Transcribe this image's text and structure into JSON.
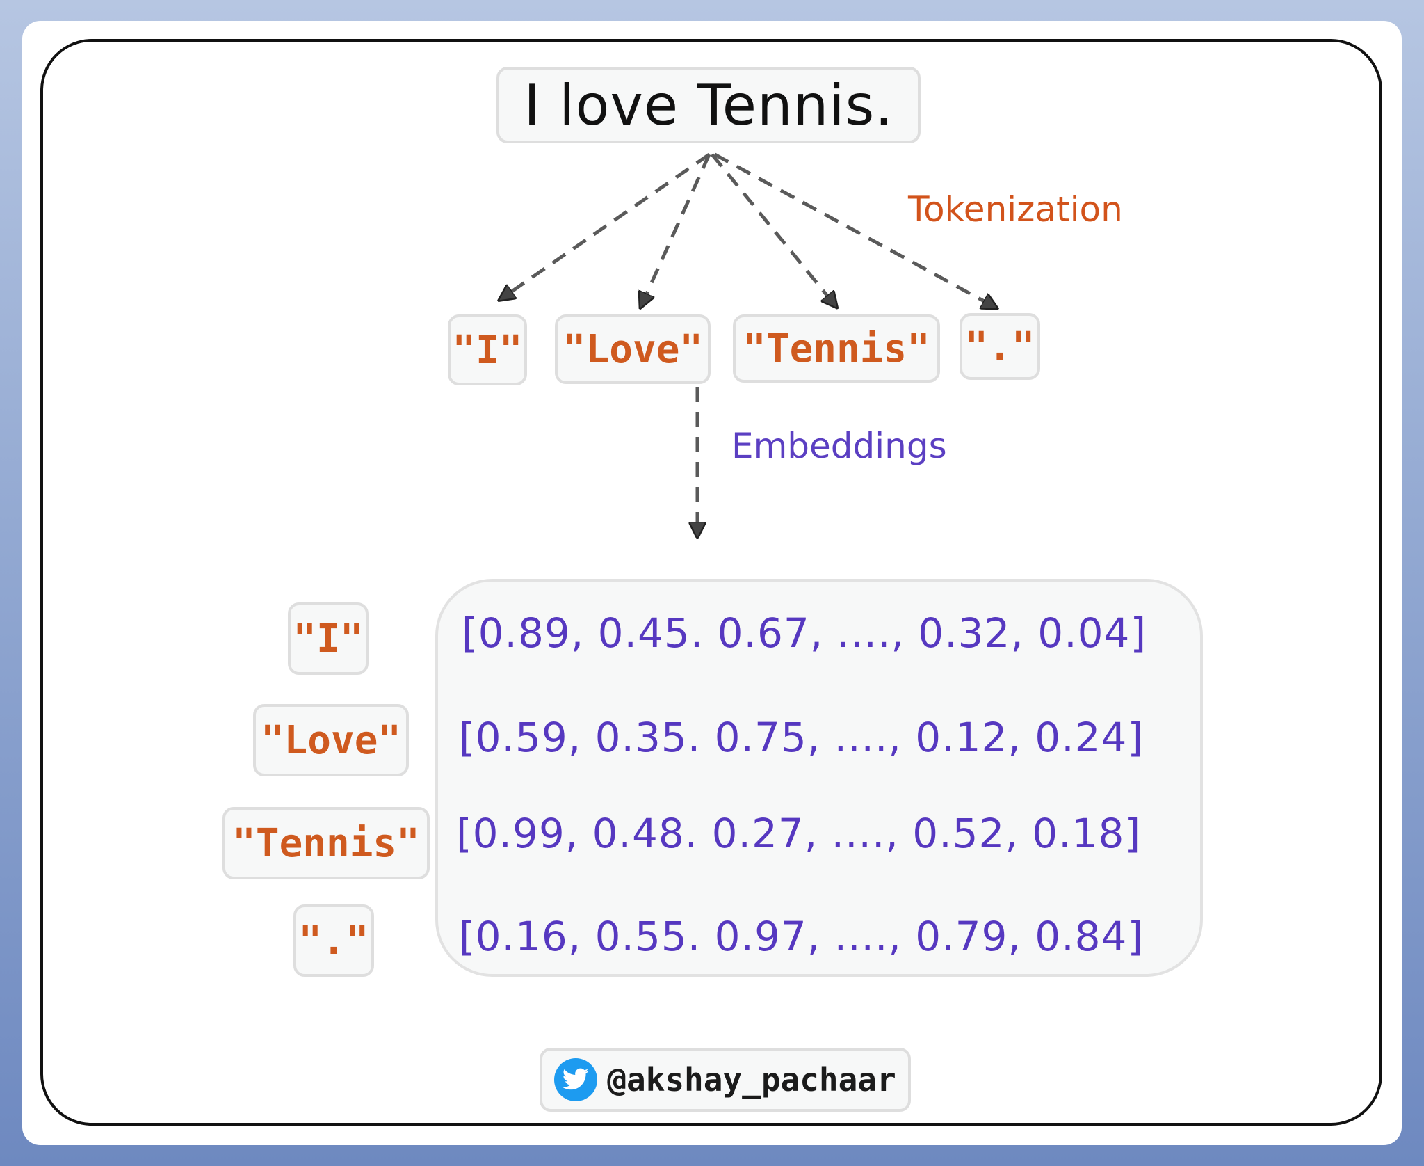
{
  "sentence": "I love Tennis.",
  "tokens": [
    "\"I\"",
    "\"Love\"",
    "\"Tennis\"",
    "\".\""
  ],
  "labels": {
    "tokenization": "Tokenization",
    "embeddings": "Embeddings"
  },
  "embeddings": [
    "[0.89, 0.45. 0.67, ...., 0.32, 0.04]",
    "[0.59, 0.35. 0.75, ...., 0.12, 0.24]",
    "[0.99, 0.48. 0.27, ...., 0.52, 0.18]",
    "[0.16, 0.55. 0.97, ...., 0.79, 0.84]"
  ],
  "footer": {
    "handle": "@akshay_pachaar",
    "icon": "twitter-bird-icon"
  },
  "colors": {
    "token": "#cf5a1f",
    "tokenization": "#d2531b",
    "embedding": "#5638c0",
    "twitter": "#1d9bf0"
  }
}
